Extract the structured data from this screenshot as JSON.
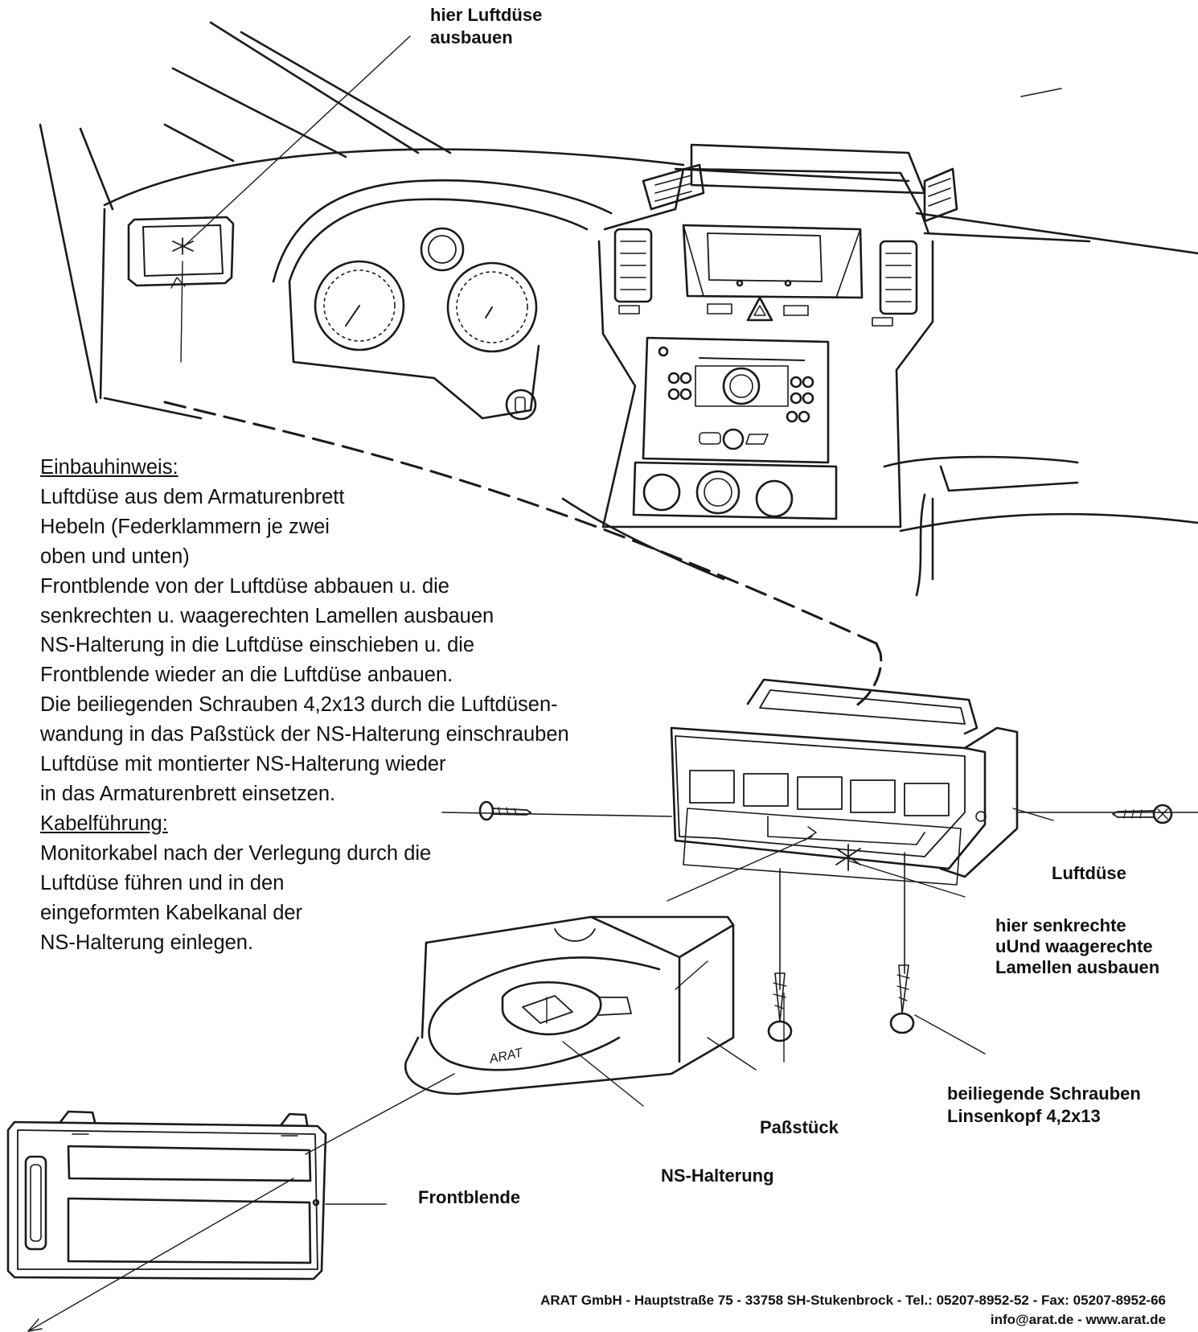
{
  "labels": {
    "remove_vent": [
      "hier Luftdüse",
      "ausbauen"
    ],
    "luftduese": "Luftdüse",
    "lamellen": [
      "hier senkrechte",
      "uUnd waagerechte",
      "Lamellen ausbauen"
    ],
    "schrauben": [
      "beiliegende Schrauben",
      "Linsenkopf 4,2x13"
    ],
    "passstueck": "Paßstück",
    "ns_halterung": "NS-Halterung",
    "frontblende": "Frontblende",
    "brand_mark": "ARAT"
  },
  "instructions": {
    "heading_install": "Einbauhinweis:",
    "install_lines": [
      "Luftdüse aus dem Armaturenbrett",
      "Hebeln (Federklammern je zwei",
      "oben und unten)",
      "Frontblende von der Luftdüse abbauen u. die",
      "senkrechten u. waagerechten Lamellen ausbauen",
      "NS-Halterung in die Luftdüse einschieben u. die",
      "Frontblende wieder an die Luftdüse anbauen.",
      "Die beiliegenden Schrauben 4,2x13 durch die Luftdüsen-",
      "wandung in das Paßstück der NS-Halterung einschrauben",
      "Luftdüse mit montierter NS-Halterung wieder",
      "in das Armaturenbrett einsetzen."
    ],
    "heading_cable": "Kabelführung:",
    "cable_lines": [
      "Monitorkabel nach der Verlegung durch die",
      "Luftdüse führen und in den",
      "eingeformten Kabelkanal der",
      "NS-Halterung einlegen."
    ]
  },
  "footer": {
    "line1": "ARAT GmbH  -  Hauptstraße 75  -  33758 SH-Stukenbrock  -  Tel.: 05207-8952-52  -  Fax: 05207-8952-66",
    "line2": "info@arat.de  -  www.arat.de"
  }
}
